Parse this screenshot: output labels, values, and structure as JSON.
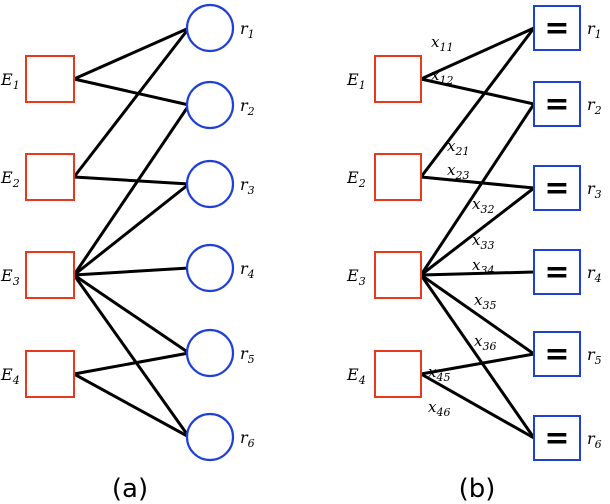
{
  "colors": {
    "source": "#e8391d",
    "resource": "#1f3fd9",
    "edge": "#000000"
  },
  "panel_a": {
    "caption": "(a)",
    "sources": [
      {
        "base": "E",
        "sub": "1"
      },
      {
        "base": "E",
        "sub": "2"
      },
      {
        "base": "E",
        "sub": "3"
      },
      {
        "base": "E",
        "sub": "4"
      }
    ],
    "resources": [
      {
        "base": "r",
        "sub": "1"
      },
      {
        "base": "r",
        "sub": "2"
      },
      {
        "base": "r",
        "sub": "3"
      },
      {
        "base": "r",
        "sub": "4"
      },
      {
        "base": "r",
        "sub": "5"
      },
      {
        "base": "r",
        "sub": "6"
      }
    ],
    "edges": [
      [
        1,
        1
      ],
      [
        1,
        2
      ],
      [
        2,
        1
      ],
      [
        2,
        3
      ],
      [
        3,
        2
      ],
      [
        3,
        3
      ],
      [
        3,
        4
      ],
      [
        3,
        5
      ],
      [
        3,
        6
      ],
      [
        4,
        5
      ],
      [
        4,
        6
      ]
    ]
  },
  "panel_b": {
    "caption": "(b)",
    "node_symbol": "=",
    "sources": [
      {
        "base": "E",
        "sub": "1"
      },
      {
        "base": "E",
        "sub": "2"
      },
      {
        "base": "E",
        "sub": "3"
      },
      {
        "base": "E",
        "sub": "4"
      }
    ],
    "resources": [
      {
        "base": "r",
        "sub": "1"
      },
      {
        "base": "r",
        "sub": "2"
      },
      {
        "base": "r",
        "sub": "3"
      },
      {
        "base": "r",
        "sub": "4"
      },
      {
        "base": "r",
        "sub": "5"
      },
      {
        "base": "r",
        "sub": "6"
      }
    ],
    "edges": [
      {
        "from": 1,
        "to": 1,
        "label": "x",
        "sub": "11"
      },
      {
        "from": 1,
        "to": 2,
        "label": "x",
        "sub": "12"
      },
      {
        "from": 2,
        "to": 1,
        "label": "x",
        "sub": "21"
      },
      {
        "from": 2,
        "to": 3,
        "label": "x",
        "sub": "23"
      },
      {
        "from": 3,
        "to": 2,
        "label": "x",
        "sub": "32"
      },
      {
        "from": 3,
        "to": 3,
        "label": "x",
        "sub": "33"
      },
      {
        "from": 3,
        "to": 4,
        "label": "x",
        "sub": "34"
      },
      {
        "from": 3,
        "to": 5,
        "label": "x",
        "sub": "35"
      },
      {
        "from": 3,
        "to": 6,
        "label": "x",
        "sub": "36"
      },
      {
        "from": 4,
        "to": 5,
        "label": "x",
        "sub": "45"
      },
      {
        "from": 4,
        "to": 6,
        "label": "x",
        "sub": "46"
      }
    ]
  }
}
